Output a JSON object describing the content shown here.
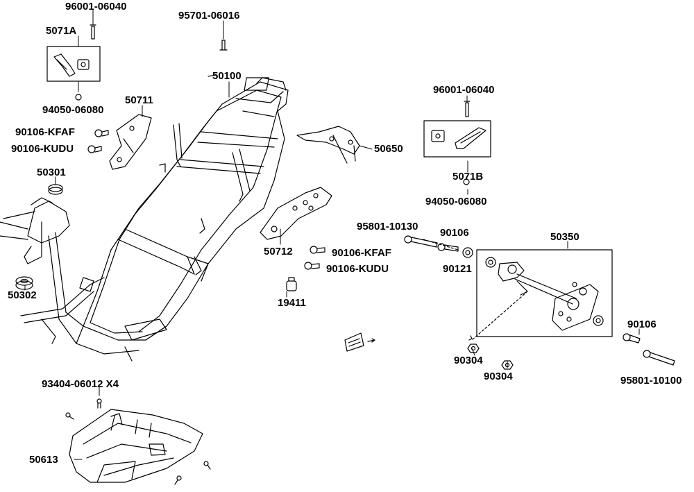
{
  "labels": {
    "p96001_top": "96001-06040",
    "p5071A": "5071A",
    "p94050_top": "94050-06080",
    "p95701": "95701-06016",
    "p50100": "50100",
    "p50711": "50711",
    "p90106KFAF_left": "90106-KFAF",
    "p90106KUDU_left": "90106-KUDU",
    "p50301": "50301",
    "p50302": "50302",
    "p50650": "50650",
    "p96001_right": "96001-06040",
    "p5071B": "5071B",
    "p94050_right": "94050-06080",
    "p95801_10130": "95801-10130",
    "p90106_mid": "90106",
    "p50350": "50350",
    "p50712": "50712",
    "p90106KFAF_mid": "90106-KFAF",
    "p90106KUDU_mid": "90106-KUDU",
    "p90121": "90121",
    "p19411": "19411",
    "p90304_a": "90304",
    "p90304_b": "90304",
    "p90106_right": "90106",
    "p95801_10100": "95801-10100",
    "p93404": "93404-06012 X4",
    "p50613": "50613"
  }
}
